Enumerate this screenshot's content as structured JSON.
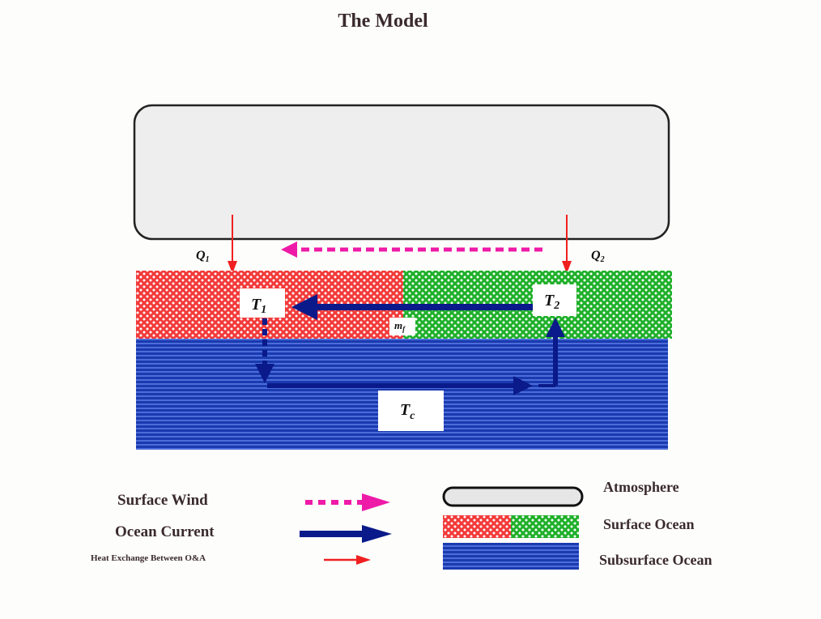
{
  "title": "The Model",
  "diagram": {
    "q1": {
      "main": "Q",
      "sub": "1"
    },
    "q2": {
      "main": "Q",
      "sub": "2"
    },
    "t1": {
      "main": "T",
      "sub": "1"
    },
    "t2": {
      "main": "T",
      "sub": "2"
    },
    "tc": {
      "main": "T",
      "sub": "c"
    },
    "mf": {
      "main": "m",
      "sub": "f"
    }
  },
  "legend": {
    "surface_wind": "Surface Wind",
    "ocean_current": "Ocean Current",
    "heat_exchange": "Heat Exchange Between O&A",
    "atmosphere": "Atmosphere",
    "surface_ocean": "Surface Ocean",
    "subsurface_ocean": "Subsurface Ocean"
  },
  "colors": {
    "wind": "#ee1aa8",
    "current": "#0a1a8a",
    "heat": "#f02020",
    "warm_ocean": "#f23a3a",
    "cold_ocean": "#1fb02a",
    "subsurface": "#1a3ab0"
  }
}
